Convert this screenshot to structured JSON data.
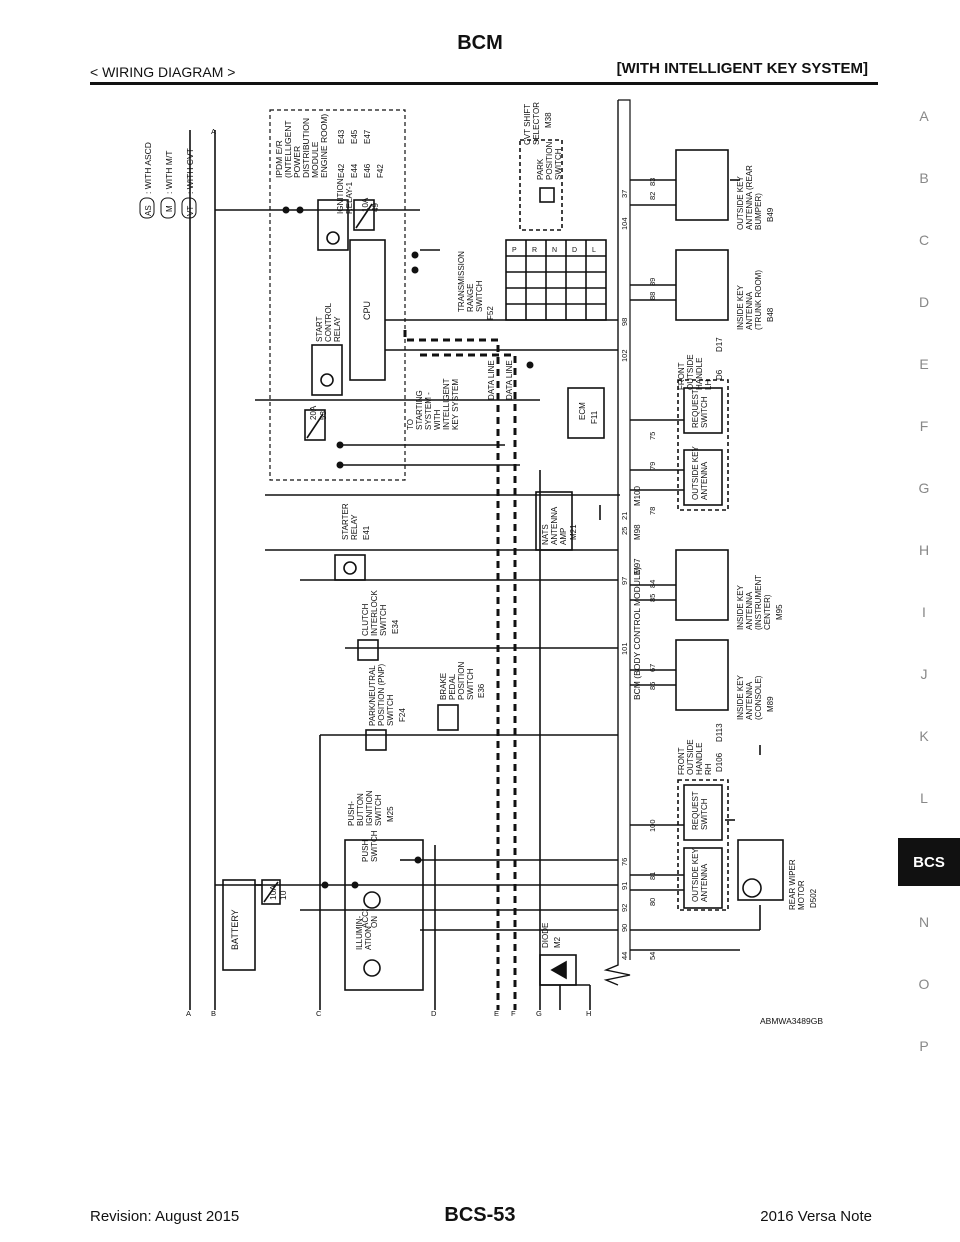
{
  "header": {
    "title": "BCM",
    "section": "< WIRING DIAGRAM >",
    "variant": "[WITH INTELLIGENT KEY SYSTEM]"
  },
  "side_index": {
    "letters": [
      "A",
      "B",
      "C",
      "D",
      "E",
      "F",
      "G",
      "H",
      "I",
      "J",
      "K",
      "L",
      "N",
      "O",
      "P"
    ],
    "active": "BCS"
  },
  "diagram": {
    "legend": [
      {
        "code": "AS",
        "text": ": WITH ASCD"
      },
      {
        "code": "M",
        "text": ": WITH M/T"
      },
      {
        "code": "VT",
        "text": ": WITH CVT"
      }
    ],
    "components": {
      "battery": "BATTERY",
      "fuse_10a": {
        "rating": "10A",
        "num": "10"
      },
      "ipdm": [
        "IPDM E/R",
        "(INTELLIGENT",
        "POWER",
        "DISTRIBUTION",
        "MODULE",
        "ENGINE ROOM)"
      ],
      "ipdm_connectors": [
        "E42",
        "E43",
        "E44",
        "E45",
        "E46",
        "E47",
        "F42"
      ],
      "ignition_relay": [
        "IGNITION",
        "RELAY-1"
      ],
      "fuse_ipdm_10a": {
        "rating": "10A",
        "num": "49"
      },
      "start_relay": [
        "START",
        "CONTROL",
        "RELAY"
      ],
      "fuse_20a": {
        "rating": "20A",
        "num": "53"
      },
      "cpu": "CPU",
      "to_starting": [
        "TO",
        "STARTING",
        "SYSTEM -",
        "WITH",
        "INTELLIGENT",
        "KEY SYSTEM"
      ],
      "data_line_1": "DATA LINE",
      "data_line_2": "DATA LINE",
      "tr_switch": [
        "TRANSMISSION",
        "RANGE",
        "SWITCH"
      ],
      "tr_switch_conn": "F52",
      "tr_positions": [
        "P",
        "R",
        "N",
        "D",
        "L"
      ],
      "cvt_selector": [
        "CVT SHIFT",
        "SELECTOR"
      ],
      "cvt_selector_conn": "M38",
      "park_switch": [
        "PARK",
        "POSITION",
        "SWITCH"
      ],
      "ecm": "ECM",
      "ecm_conn": "F11",
      "starter_relay": [
        "STARTER",
        "RELAY"
      ],
      "starter_relay_conn": "E41",
      "nats": [
        "NATS",
        "ANTENNA",
        "AMP"
      ],
      "nats_conn": "M21",
      "clutch": [
        "CLUTCH",
        "INTERLOCK",
        "SWITCH"
      ],
      "clutch_conn": "E34",
      "pnp": [
        "PARK/NEUTRAL",
        "POSITION (PNP)",
        "SWITCH"
      ],
      "pnp_conn": "F24",
      "brake": [
        "BRAKE",
        "PEDAL",
        "POSITION",
        "SWITCH"
      ],
      "brake_conn": "E36",
      "push_button": [
        "PUSH-",
        "BUTTON",
        "IGNITION",
        "SWITCH"
      ],
      "push_button_conn": "M25",
      "push_switch": [
        "PUSH",
        "SWITCH"
      ],
      "acc_on": [
        "ACC/",
        "ON"
      ],
      "illumination": [
        "ILLUMIN-",
        "ATION"
      ],
      "diode": "DIODE",
      "diode_conn": "M2",
      "bcm_label": "BCM (BODY CONTROL MODULE)",
      "bcm_conns": [
        "M97",
        "M98",
        "M100"
      ],
      "ok_rear": [
        "OUTSIDE KEY",
        "ANTENNA (REAR",
        "BUMPER)"
      ],
      "ok_rear_conn": "B49",
      "ik_trunk": [
        "INSIDE KEY",
        "ANTENNA",
        "(TRUNK ROOM)"
      ],
      "ik_trunk_conn": "B48",
      "front_lh": [
        "FRONT",
        "OUTSIDE",
        "HANDLE",
        "LH"
      ],
      "front_lh_conns": [
        "D6",
        "D17"
      ],
      "req_switch_lh": [
        "REQUEST",
        "SWITCH"
      ],
      "ok_lh": [
        "OUTSIDE KEY",
        "ANTENNA"
      ],
      "ik_instr": [
        "INSIDE KEY",
        "ANTENNA",
        "(INSTRUMENT",
        "CENTER)"
      ],
      "ik_instr_conn": "M95",
      "ik_console": [
        "INSIDE KEY",
        "ANTENNA",
        "(CONSOLE)"
      ],
      "ik_console_conn": "M89",
      "front_rh": [
        "FRONT",
        "OUTSIDE",
        "HANDLE",
        "RH"
      ],
      "front_rh_conns": [
        "D106",
        "D113"
      ],
      "req_switch_rh": [
        "REQUEST",
        "SWITCH"
      ],
      "ok_rh": [
        "OUTSIDE KEY",
        "ANTENNA"
      ],
      "wiper": [
        "REAR WIPER",
        "MOTOR"
      ],
      "wiper_conn": "D502"
    },
    "bcm_pins": [
      "44",
      "54",
      "90",
      "80",
      "92",
      "91",
      "81",
      "76",
      "100",
      "86",
      "67",
      "101",
      "85",
      "84",
      "97",
      "25",
      "21",
      "78",
      "79",
      "75",
      "102",
      "98",
      "88",
      "89",
      "104",
      "82",
      "83",
      "37"
    ],
    "bottom_connectors": [
      "A",
      "B",
      "C",
      "D",
      "E",
      "F",
      "G",
      "H"
    ],
    "top_connectors": [
      "A"
    ],
    "code": "ABMWA3489GB"
  },
  "footer": {
    "revision": "Revision: August 2015",
    "page": "BCS-53",
    "model": "2016 Versa Note"
  }
}
